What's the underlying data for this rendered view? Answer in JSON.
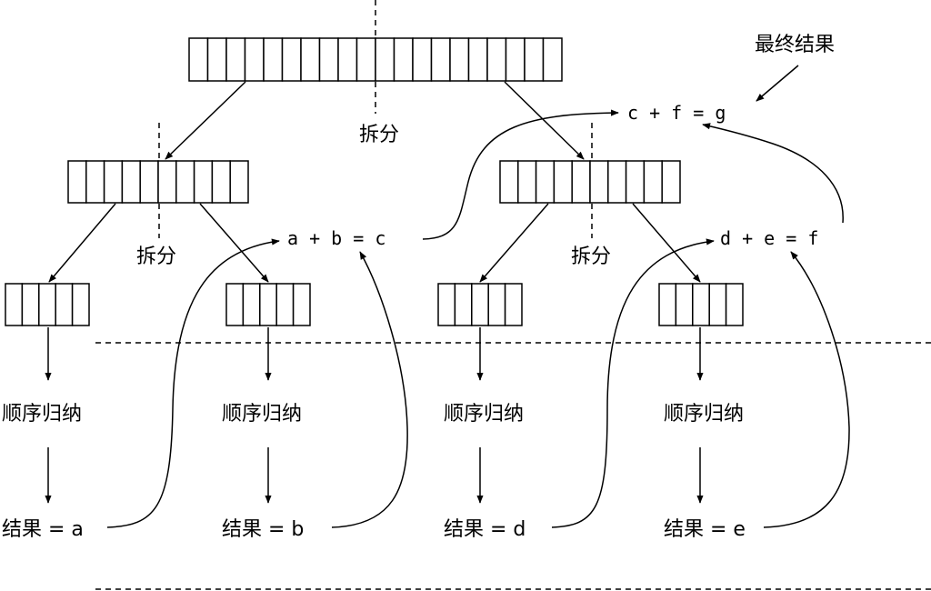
{
  "labels": {
    "split": "拆分",
    "sequential_reduce": "顺序归纳",
    "final_result": "最终结果"
  },
  "equations": {
    "top": "c + f = g",
    "left": "a + b = c",
    "right": "d + e = f"
  },
  "results": {
    "r1": "结果 = a",
    "r2": "结果 = b",
    "r3": "结果 = d",
    "r4": "结果 = e"
  }
}
